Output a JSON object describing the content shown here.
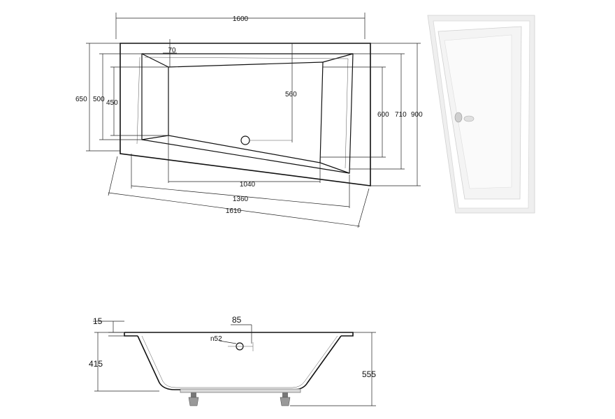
{
  "plan_view": {
    "width_top": "1600",
    "depth_left": "650",
    "depth_left_inner": "500",
    "depth_left_basin": "450",
    "rim_width": "70",
    "basin_depth_center": "560",
    "depth_right_inner": "600",
    "depth_right_mid": "710",
    "depth_right_outer": "900",
    "basin_length": "1040",
    "inner_length": "1360",
    "outer_length": "1610"
  },
  "side_view": {
    "rim_thickness": "15",
    "overflow_offset": "85",
    "overflow_diameter": "n52",
    "inner_height": "415",
    "total_height": "555"
  },
  "colors": {
    "line": "#222222",
    "tub_shadow": "#d9d9d9",
    "background": "#ffffff"
  }
}
